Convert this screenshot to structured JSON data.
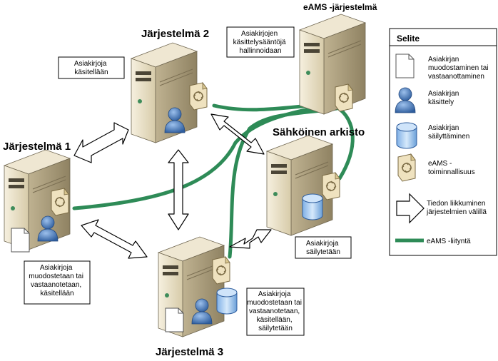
{
  "systems": {
    "s1": {
      "title": "Järjestelmä 1",
      "note_lines": [
        "Asiakirjoja",
        "muodostetaan tai",
        "vastaanotetaan,",
        "käsitellään"
      ]
    },
    "s2": {
      "title": "Järjestelmä 2",
      "note_lines": [
        "Asiakirjoja",
        "käsitellään"
      ]
    },
    "s3": {
      "title": "Järjestelmä 3",
      "note_lines": [
        "Asiakirjoja",
        "muodostetaan tai",
        "vastaanotetaan,",
        "käsitellään,",
        "säilytetään"
      ]
    },
    "eams": {
      "title": "eAMS -järjestelmä",
      "note_lines": [
        "Asiakirjojen",
        "käsittelysääntöjä",
        "hallinnoidaan"
      ]
    },
    "archive": {
      "title": "Sähköinen arkisto",
      "note_lines": [
        "Asiakirjoja",
        "säilytetään"
      ]
    }
  },
  "legend": {
    "title": "Selite",
    "items": [
      {
        "icon": "document-icon",
        "lines": [
          "Asiakirjan",
          "muodostaminen tai",
          "vastaanottaminen"
        ]
      },
      {
        "icon": "user-icon",
        "lines": [
          "Asiakirjan",
          "käsittely"
        ]
      },
      {
        "icon": "database-icon",
        "lines": [
          "Asiakirjan",
          "säilyttäminen"
        ]
      },
      {
        "icon": "eams-function-icon",
        "lines": [
          "eAMS -",
          "toiminnallisuus"
        ]
      },
      {
        "icon": "arrow-icon",
        "lines": [
          "Tiedon liikkuminen",
          "järjestelmien välillä"
        ]
      },
      {
        "icon": "green-line-icon",
        "lines": [
          "eAMS -liityntä"
        ]
      }
    ]
  },
  "colors": {
    "interface_line": "#2e8b57",
    "server_light": "#f3ecd9",
    "server_mid": "#d8ccae",
    "server_dark": "#a89a7a",
    "user_blue": "#4f7fbf",
    "db_blue": "#9ec4ec"
  }
}
